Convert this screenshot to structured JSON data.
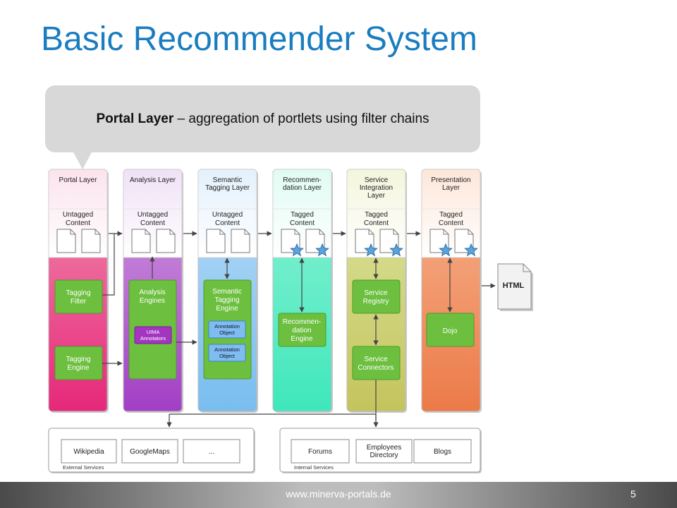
{
  "title": "Basic Recommender System",
  "callout": {
    "bold": "Portal Layer",
    "rest": " – aggregation of portlets using filter chains"
  },
  "layers": [
    {
      "title": [
        "Portal Layer"
      ],
      "content": [
        "Untagged",
        "Content"
      ],
      "stars": false,
      "engines": [
        [
          "Tagging",
          "Filter"
        ],
        [
          "Tagging",
          "Engine"
        ]
      ]
    },
    {
      "title": [
        "Analysis Layer"
      ],
      "content": [
        "Untagged",
        "Content"
      ],
      "stars": false,
      "engines": [
        [
          "Analysis",
          "Engines"
        ]
      ],
      "sub": [
        [
          "UIMA",
          "Annotators"
        ]
      ]
    },
    {
      "title": [
        "Semantic",
        "Tagging Layer"
      ],
      "content": [
        "Untagged",
        "Content"
      ],
      "stars": false,
      "engines": [
        [
          "Semantic",
          "Tagging",
          "Engine"
        ]
      ],
      "sub": [
        [
          "Annotation",
          "Object"
        ],
        [
          "Annotation",
          "Object"
        ]
      ]
    },
    {
      "title": [
        "Recommen-",
        "dation Layer"
      ],
      "content": [
        "Tagged",
        "Content"
      ],
      "stars": true,
      "engines": [
        [
          "Recommen-",
          "dation",
          "Engine"
        ]
      ]
    },
    {
      "title": [
        "Service",
        "Integration",
        "Layer"
      ],
      "content": [
        "Tagged",
        "Content"
      ],
      "stars": true,
      "engines": [
        [
          "Service",
          "Registry"
        ],
        [
          "Service",
          "Connectors"
        ]
      ]
    },
    {
      "title": [
        "Presentation",
        "Layer"
      ],
      "content": [
        "Tagged",
        "Content"
      ],
      "stars": true,
      "engines": [
        [
          "Dojo"
        ]
      ]
    }
  ],
  "html_doc": "HTML",
  "external": {
    "items": [
      "Wikipedia",
      "GoogleMaps",
      "..."
    ],
    "label": "External Services"
  },
  "internal": {
    "items": [
      [
        "Forums"
      ],
      [
        "Employees",
        "Directory"
      ],
      [
        "Blogs"
      ]
    ],
    "label": "Internal Services"
  },
  "colors": {
    "title": "#1a7dc0",
    "engine": "#6cbf3f"
  },
  "footer": {
    "url": "www.minerva-portals.de",
    "page": "5"
  }
}
